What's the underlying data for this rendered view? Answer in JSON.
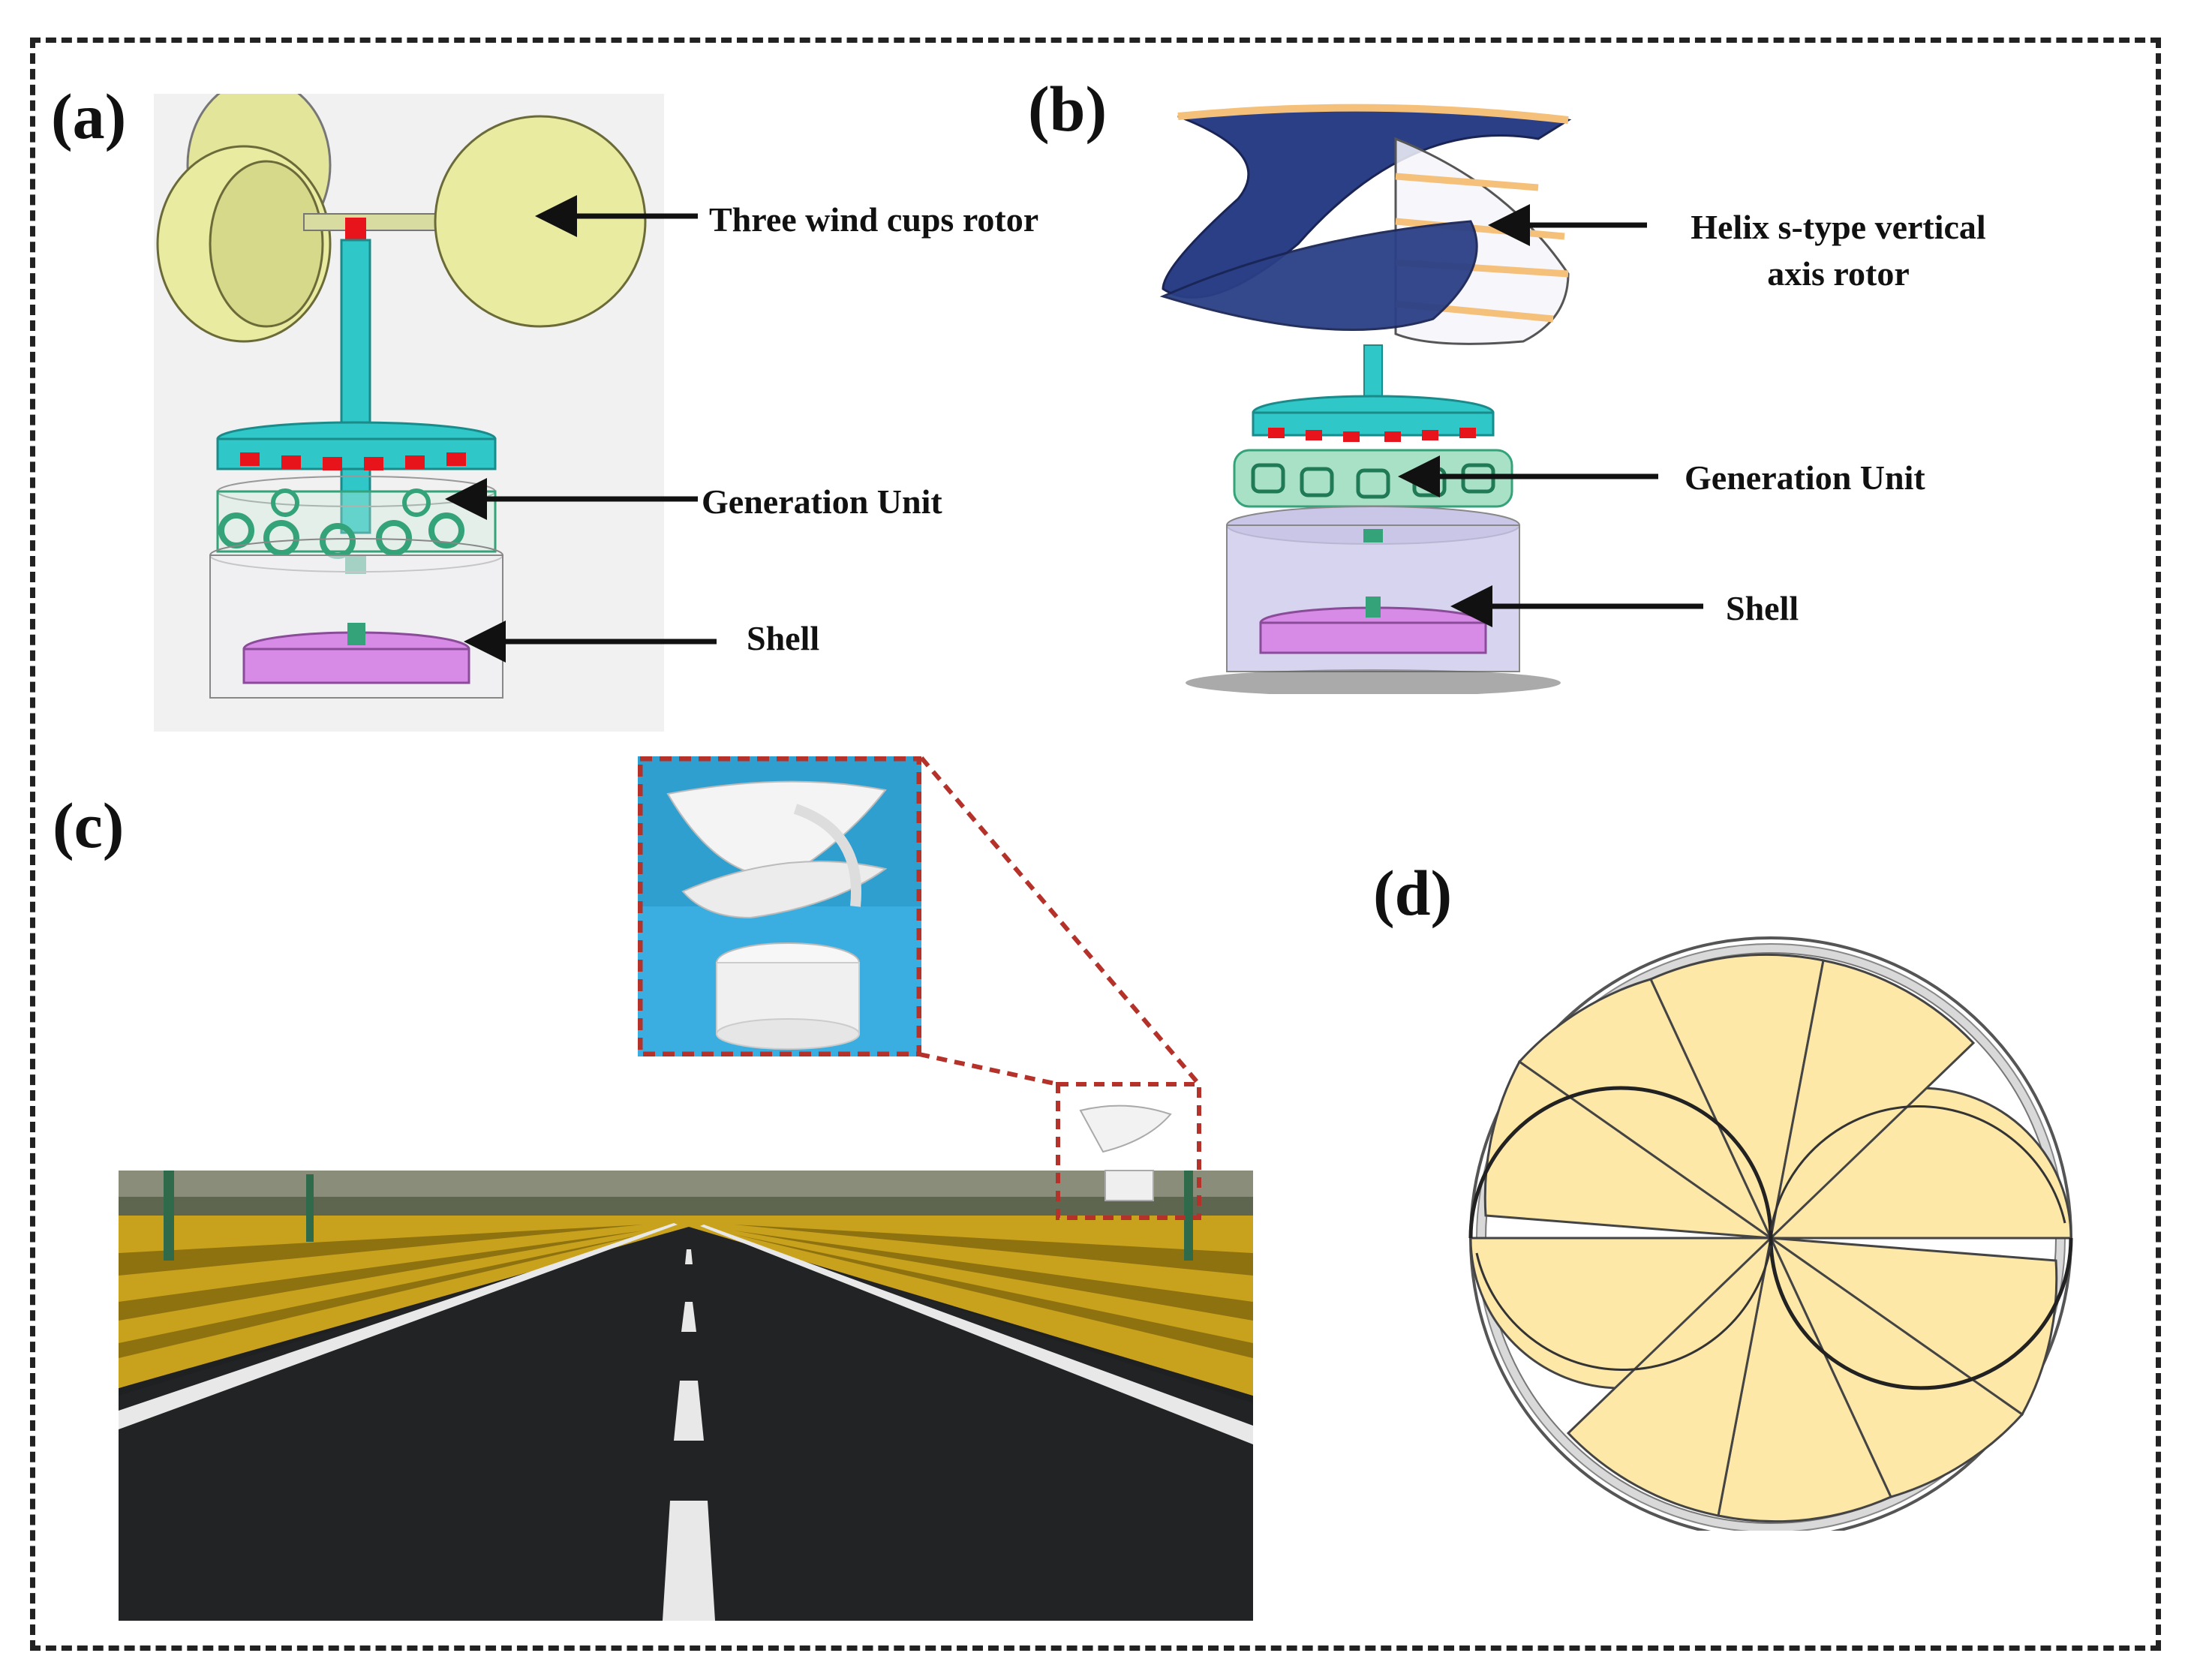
{
  "panels": {
    "a": {
      "label": "(a)",
      "callouts": {
        "rotor": "Three wind cups rotor",
        "generation": "Generation Unit",
        "shell": "Shell"
      }
    },
    "b": {
      "label": "(b)",
      "callouts": {
        "rotor_line1": "Helix s-type vertical",
        "rotor_line2": "axis rotor",
        "generation": "Generation Unit",
        "shell": "Shell"
      }
    },
    "c": {
      "label": "(c)"
    },
    "d": {
      "label": "(d)"
    }
  },
  "colors": {
    "cup": "#e8eba0",
    "shaft": "#2fc7c7",
    "magnet_red": "#e8141b",
    "coil_green": "#34a37a",
    "base_purple": "#d78be6",
    "helix_blue": "#2a3f86",
    "helix_orange": "#f4c07a",
    "blade_yellow": "#fde8a8",
    "dash_red": "#b5322b",
    "guardrail": "#c9a21d"
  }
}
